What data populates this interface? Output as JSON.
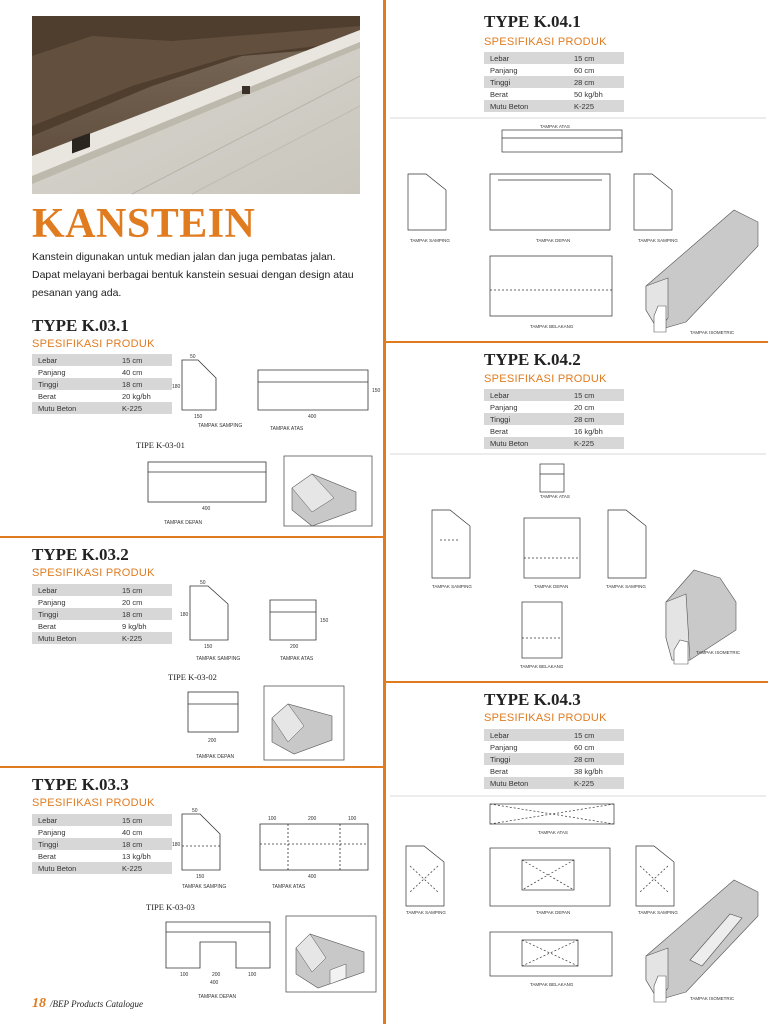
{
  "page": {
    "title": "KANSTEIN",
    "intro": "Kanstein  digunakan untuk median jalan dan juga pembatas jalan. Dapat melayani berbagai bentuk kanstein  sesuai dengan design atau pesanan yang ada.",
    "footer_page": "18",
    "footer_text": "/BEP Products Catalogue"
  },
  "products": {
    "k031": {
      "title": "TYPE K.03.1",
      "spec_heading": "SPESIFIKASI PRODUK",
      "tipe": "TIPE K-03-01",
      "specs": [
        [
          "Lebar",
          "15 cm"
        ],
        [
          "Panjang",
          "40 cm"
        ],
        [
          "Tinggi",
          "18 cm"
        ],
        [
          "Berat",
          "20 kg/bh"
        ],
        [
          "Mutu Beton",
          "K-225"
        ]
      ]
    },
    "k032": {
      "title": "TYPE K.03.2",
      "spec_heading": "SPESIFIKASI PRODUK",
      "tipe": "TIPE K-03-02",
      "specs": [
        [
          "Lebar",
          "15 cm"
        ],
        [
          "Panjang",
          "20 cm"
        ],
        [
          "Tinggi",
          "18 cm"
        ],
        [
          "Berat",
          "9 kg/bh"
        ],
        [
          "Mutu Beton",
          "K-225"
        ]
      ]
    },
    "k033": {
      "title": "TYPE K.03.3",
      "spec_heading": "SPESIFIKASI PRODUK",
      "tipe": "TIPE K-03-03",
      "specs": [
        [
          "Lebar",
          "15 cm"
        ],
        [
          "Panjang",
          "40 cm"
        ],
        [
          "Tinggi",
          "18 cm"
        ],
        [
          "Berat",
          "13 kg/bh"
        ],
        [
          "Mutu Beton",
          "K-225"
        ]
      ]
    },
    "k041": {
      "title": "TYPE K.04.1",
      "spec_heading": "SPESIFIKASI PRODUK",
      "specs": [
        [
          "Lebar",
          "15 cm"
        ],
        [
          "Panjang",
          "60 cm"
        ],
        [
          "Tinggi",
          "28 cm"
        ],
        [
          "Berat",
          "50 kg/bh"
        ],
        [
          "Mutu Beton",
          "K-225"
        ]
      ]
    },
    "k042": {
      "title": "TYPE K.04.2",
      "spec_heading": "SPESIFIKASI PRODUK",
      "specs": [
        [
          "Lebar",
          "15 cm"
        ],
        [
          "Panjang",
          "20 cm"
        ],
        [
          "Tinggi",
          "28 cm"
        ],
        [
          "Berat",
          "16 kg/bh"
        ],
        [
          "Mutu Beton",
          "K-225"
        ]
      ]
    },
    "k043": {
      "title": "TYPE K.04.3",
      "spec_heading": "SPESIFIKASI PRODUK",
      "specs": [
        [
          "Lebar",
          "15 cm"
        ],
        [
          "Panjang",
          "60 cm"
        ],
        [
          "Tinggi",
          "28 cm"
        ],
        [
          "Berat",
          "38 kg/bh"
        ],
        [
          "Mutu Beton",
          "K-225"
        ]
      ]
    }
  },
  "drawing_labels": {
    "samping": "TAMPAK SAMPING",
    "atas": "TAMPAK ATAS",
    "depan": "TAMPAK DEPAN",
    "belakang": "TAMPAK BELAKANG",
    "isometric": "TAMPAK ISOMETRIC"
  },
  "dimensions": {
    "k031": {
      "top": "50",
      "side_h": "180",
      "side_w": "150",
      "front_w": "400",
      "atas_w": "400",
      "atas_h": "150"
    },
    "k032": {
      "top": "50",
      "side_h": "180",
      "side_w": "150",
      "front_w": "200",
      "atas_w": "200",
      "atas_h": "150"
    },
    "k033": {
      "top": "50",
      "side_h": "180",
      "side_w": "150",
      "front_w": "400",
      "seg_a": "100",
      "seg_b": "200",
      "seg_c": "100"
    }
  }
}
